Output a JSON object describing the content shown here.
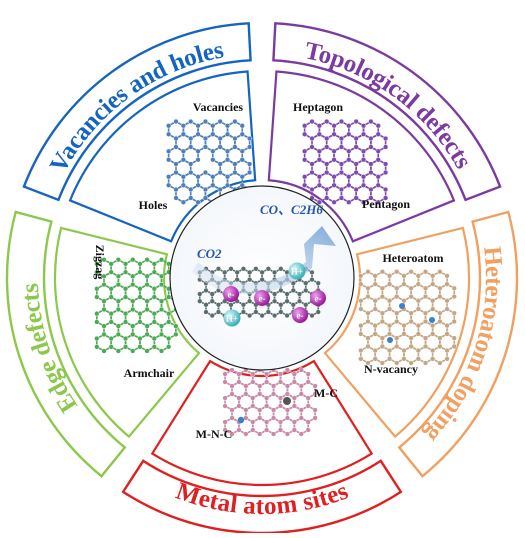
{
  "center": {
    "co2": "CO2",
    "products": "CO、C2H6",
    "electron": "e-",
    "hydrogen": "H+"
  },
  "segments": [
    {
      "key": "vacancies",
      "title": "Vacancies and holes",
      "color": "#1565c0",
      "atoms": "#4f7fb8",
      "inner_labels": [
        "Vacancies",
        "Holes"
      ]
    },
    {
      "key": "topological",
      "title": "Topological defects",
      "color": "#7a3aa0",
      "atoms": "#7d4bb0",
      "inner_labels": [
        "Heptagon",
        "Pentagon"
      ]
    },
    {
      "key": "heteroatom",
      "title": "Heteroatom doping",
      "color": "#f0a060",
      "atoms": "#c4a584",
      "inner_labels": [
        "Heteroatom",
        "N-vacancy"
      ]
    },
    {
      "key": "metal",
      "title": "Metal atom sites",
      "color": "#e02020",
      "atoms": "#c78aa8",
      "inner_labels": [
        "M-C",
        "M-N-C"
      ]
    },
    {
      "key": "edge",
      "title": "Edge defects",
      "color": "#8cc84b",
      "atoms": "#4caa55",
      "inner_labels": [
        "Zigzag",
        "Armchair"
      ]
    }
  ]
}
